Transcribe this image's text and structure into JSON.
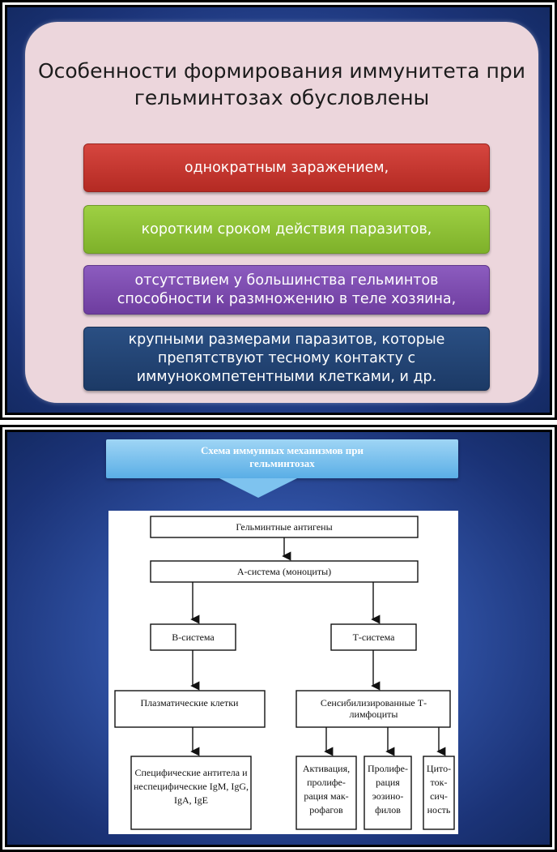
{
  "slide1": {
    "title": "Особенности формирования иммунитета при гельминтозах обусловлены",
    "items": [
      {
        "label": "однократным заражением,",
        "color": "#c8352e"
      },
      {
        "label": "коротким сроком действия паразитов,",
        "color": "#8cc137"
      },
      {
        "label": "отсутствием у большинства гельминтов способности к размножению в теле хозяина,",
        "color": "#7d4cb0"
      },
      {
        "label": "крупными размерами паразитов, которые препятствуют тесному контакту с иммунокомпетентными клетками, и др.",
        "color": "#234577"
      }
    ]
  },
  "slide2": {
    "title": "Схема иммунных механизмов при гельминтозах",
    "nodes": {
      "antigens": "Гельминтные антигены",
      "a_system": "А-система (моноциты)",
      "b_system": "В-система",
      "t_system": "Т-система",
      "plasma": "Плазматические клетки",
      "sensitized": "Сенсибилизированные Т-лимфоциты",
      "antibodies": "Специфические антитела и неспецифические IgM, IgG, IgA, IgE",
      "activation": "Активация, пролифе- рация мак- рофагов",
      "proliferation": "Пролифе- рация эозино- филов",
      "cytotoxicity": "Цито- ток- сич- ность"
    }
  }
}
